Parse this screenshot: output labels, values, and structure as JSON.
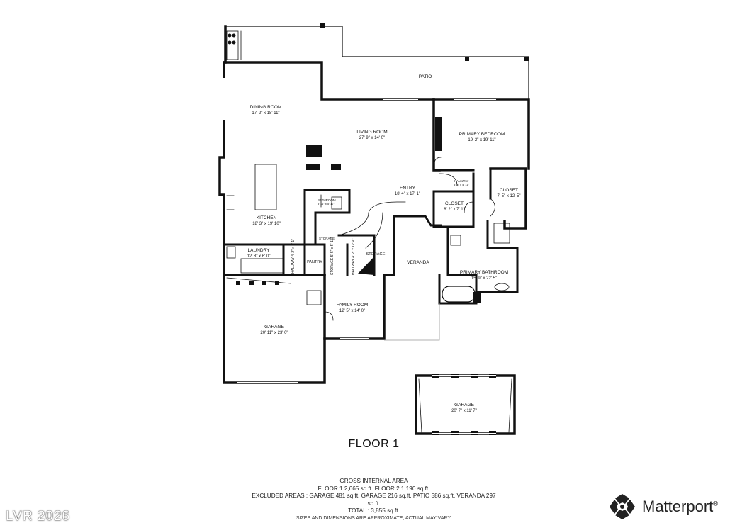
{
  "rooms": {
    "patio": {
      "name": "PATIO",
      "dim": ""
    },
    "dining": {
      "name": "DINING ROOM",
      "dim": "17' 2\" x 18' 11\""
    },
    "living": {
      "name": "LIVING ROOM",
      "dim": "27' 9\" x 14' 0\""
    },
    "primary_bedroom": {
      "name": "PRIMARY BEDROOM",
      "dim": "19' 2\" x 19' 11\""
    },
    "hallway_right": {
      "name": "HALLWAY",
      "dim": "4' 8\" x 4' 11\""
    },
    "closet_right": {
      "name": "CLOSET",
      "dim": "7' 5\" x 12' 5\""
    },
    "entry": {
      "name": "ENTRY",
      "dim": "18' 4\" x 17' 1\""
    },
    "closet_entry": {
      "name": "CLOSET",
      "dim": "8' 2\" x 7' 1\""
    },
    "bathroom": {
      "name": "BATHROOM",
      "dim": "8' 11\" x 5' 11\""
    },
    "kitchen": {
      "name": "KITCHEN",
      "dim": "18' 3\" x 19' 10\""
    },
    "storage_small": {
      "name": "STORAGE",
      "dim": ""
    },
    "laundry": {
      "name": "LAUNDRY",
      "dim": "12' 8\" x 6' 0\""
    },
    "hallway_laundry": {
      "name": "HALLWAY",
      "dim": "4' 2\" x 7' 1\""
    },
    "pantry": {
      "name": "PANTRY",
      "dim": ""
    },
    "storage_a": {
      "name": "STORAGE",
      "dim": "5' 5\" x 5' 11\""
    },
    "hallway_mid": {
      "name": "HALLWAY",
      "dim": "4' 2\" x 12' 4\""
    },
    "storage_b": {
      "name": "STORAGE",
      "dim": ""
    },
    "veranda": {
      "name": "VERANDA",
      "dim": ""
    },
    "primary_bathroom": {
      "name": "PRIMARY BATHROOM",
      "dim": "15' 9\" x 22' 5\""
    },
    "family": {
      "name": "FAMILY ROOM",
      "dim": "12' 5\" x 14' 0\""
    },
    "garage_main": {
      "name": "GARAGE",
      "dim": "20' 11\" x 23' 0\""
    },
    "garage_detached": {
      "name": "GARAGE",
      "dim": "20' 7\" x 11' 7\""
    }
  },
  "floor_title": "FLOOR 1",
  "area": {
    "heading": "GROSS INTERNAL AREA",
    "floors": "FLOOR 1 2,665 sq.ft.   FLOOR 2 1,190 sq.ft.",
    "excluded": "EXCLUDED AREAS :  GARAGE 481 sq.ft.   GARAGE 216 sq.ft.   PATIO 586 sq.ft.   VERANDA 297",
    "excluded_unit": "sq.ft.",
    "total": "TOTAL :  3,855 sq.ft.",
    "disclaimer": "SIZES AND DIMENSIONS ARE APPROXIMATE, ACTUAL MAY VARY."
  },
  "watermark": "LVR 2026",
  "brand": {
    "name": "Matterport",
    "mark": "®",
    "icon": "matterport-logo-icon"
  }
}
